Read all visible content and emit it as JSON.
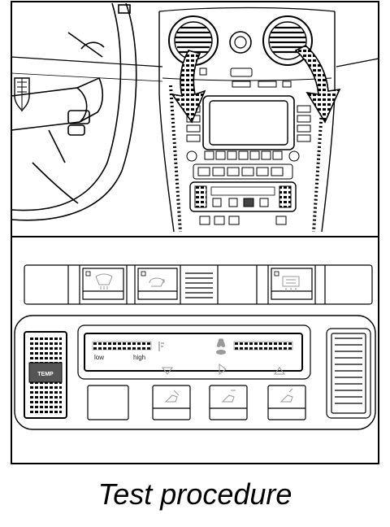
{
  "caption": "Test procedure",
  "panel": {
    "temp_button_label": "TEMP",
    "scale_low": "low",
    "scale_high": "high"
  },
  "colors": {
    "line": "#000000",
    "background": "#ffffff",
    "highlight_fill": "#555555"
  },
  "icons": {
    "steering_wheel": "steering-wheel-icon",
    "air_vent": "air-vent-icon",
    "flow_arrow": "airflow-down-arrow-icon",
    "fan": "fan-icon",
    "thermometer": "thermometer-icon",
    "defrost": "defrost-icon",
    "recirculation": "recirculation-icon",
    "rear_defrost": "rear-defrost-icon"
  }
}
